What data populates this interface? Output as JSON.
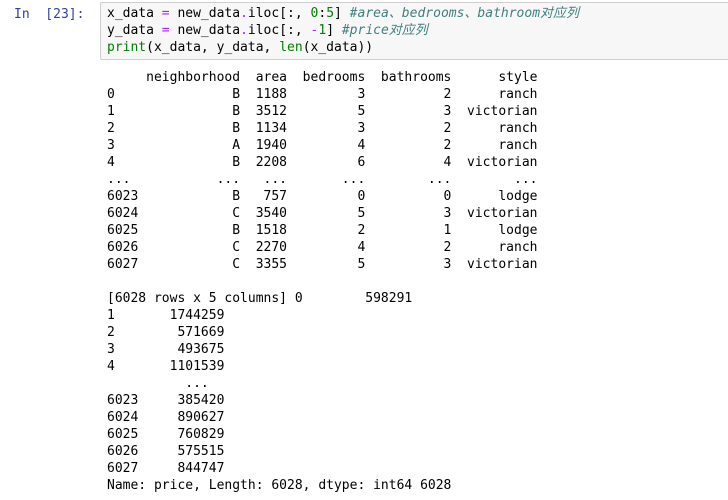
{
  "cell": {
    "prompt": "In  [23]:",
    "code_lines": [
      {
        "parts": [
          {
            "t": "x_data ",
            "c": "plain"
          },
          {
            "t": "=",
            "c": "op"
          },
          {
            "t": " new_data",
            "c": "plain"
          },
          {
            "t": ".",
            "c": "op"
          },
          {
            "t": "iloc[:, ",
            "c": "plain"
          },
          {
            "t": "0",
            "c": "num"
          },
          {
            "t": ":",
            "c": "plain"
          },
          {
            "t": "5",
            "c": "num"
          },
          {
            "t": "] ",
            "c": "plain"
          },
          {
            "t": "#area、bedrooms、bathroom对应列",
            "c": "cm"
          }
        ]
      },
      {
        "parts": [
          {
            "t": "y_data ",
            "c": "plain"
          },
          {
            "t": "=",
            "c": "op"
          },
          {
            "t": " new_data",
            "c": "plain"
          },
          {
            "t": ".",
            "c": "op"
          },
          {
            "t": "iloc[:, ",
            "c": "plain"
          },
          {
            "t": "-",
            "c": "op"
          },
          {
            "t": "1",
            "c": "num"
          },
          {
            "t": "] ",
            "c": "plain"
          },
          {
            "t": "#price对应列",
            "c": "cm"
          }
        ]
      },
      {
        "parts": [
          {
            "t": "print",
            "c": "kw"
          },
          {
            "t": "(x_data, y_data, ",
            "c": "plain"
          },
          {
            "t": "len",
            "c": "kw"
          },
          {
            "t": "(x_data))",
            "c": "plain"
          }
        ]
      }
    ]
  },
  "output_lines": [
    "     neighborhood  area  bedrooms  bathrooms      style",
    "0               B  1188         3          2      ranch",
    "1               B  3512         5          3  victorian",
    "2               B  1134         3          2      ranch",
    "3               A  1940         4          2      ranch",
    "4               B  2208         6          4  victorian",
    "...           ...   ...       ...        ...        ...",
    "6023            B   757         0          0      lodge",
    "6024            C  3540         5          3  victorian",
    "6025            B  1518         2          1      lodge",
    "6026            C  2270         4          2      ranch",
    "6027            C  3355         5          3  victorian",
    "",
    "[6028 rows x 5 columns] 0        598291",
    "1       1744259",
    "2        571669",
    "3        493675",
    "4       1101539",
    "          ...   ",
    "6023     385420",
    "6024     890627",
    "6025     760829",
    "6026     575515",
    "6027     844747",
    "Name: price, Length: 6028, dtype: int64 6028"
  ],
  "colors": {
    "prompt": "#303f9f",
    "input_bg": "#f7f7f7",
    "input_border": "#cfcfcf",
    "keyword": "#008000",
    "operator": "#aa22ff",
    "comment": "#408080"
  }
}
